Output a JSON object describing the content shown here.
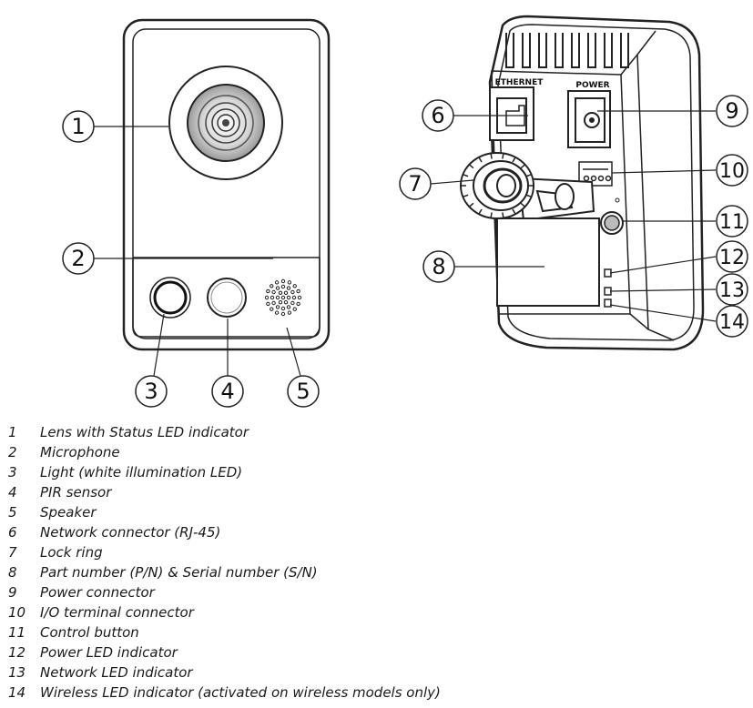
{
  "back_labels": {
    "ethernet": "ETHERNET",
    "power": "POWER"
  },
  "callouts": [
    "1",
    "2",
    "3",
    "4",
    "5",
    "6",
    "7",
    "8",
    "9",
    "10",
    "11",
    "12",
    "13",
    "14"
  ],
  "legend": [
    {
      "num": "1",
      "text": "Lens with Status LED indicator"
    },
    {
      "num": "2",
      "text": "Microphone"
    },
    {
      "num": "3",
      "text": "Light (white illumination LED)"
    },
    {
      "num": "4",
      "text": "PIR sensor"
    },
    {
      "num": "5",
      "text": "Speaker"
    },
    {
      "num": "6",
      "text": "Network connector (RJ-45)"
    },
    {
      "num": "7",
      "text": "Lock ring"
    },
    {
      "num": "8",
      "text": "Part number (P/N) & Serial number (S/N)"
    },
    {
      "num": "9",
      "text": "Power connector"
    },
    {
      "num": "10",
      "text": "I/O terminal connector"
    },
    {
      "num": "11",
      "text": "Control button"
    },
    {
      "num": "12",
      "text": "Power LED indicator"
    },
    {
      "num": "13",
      "text": "Network LED indicator"
    },
    {
      "num": "14",
      "text": "Wireless LED indicator (activated on wireless models only)"
    }
  ]
}
